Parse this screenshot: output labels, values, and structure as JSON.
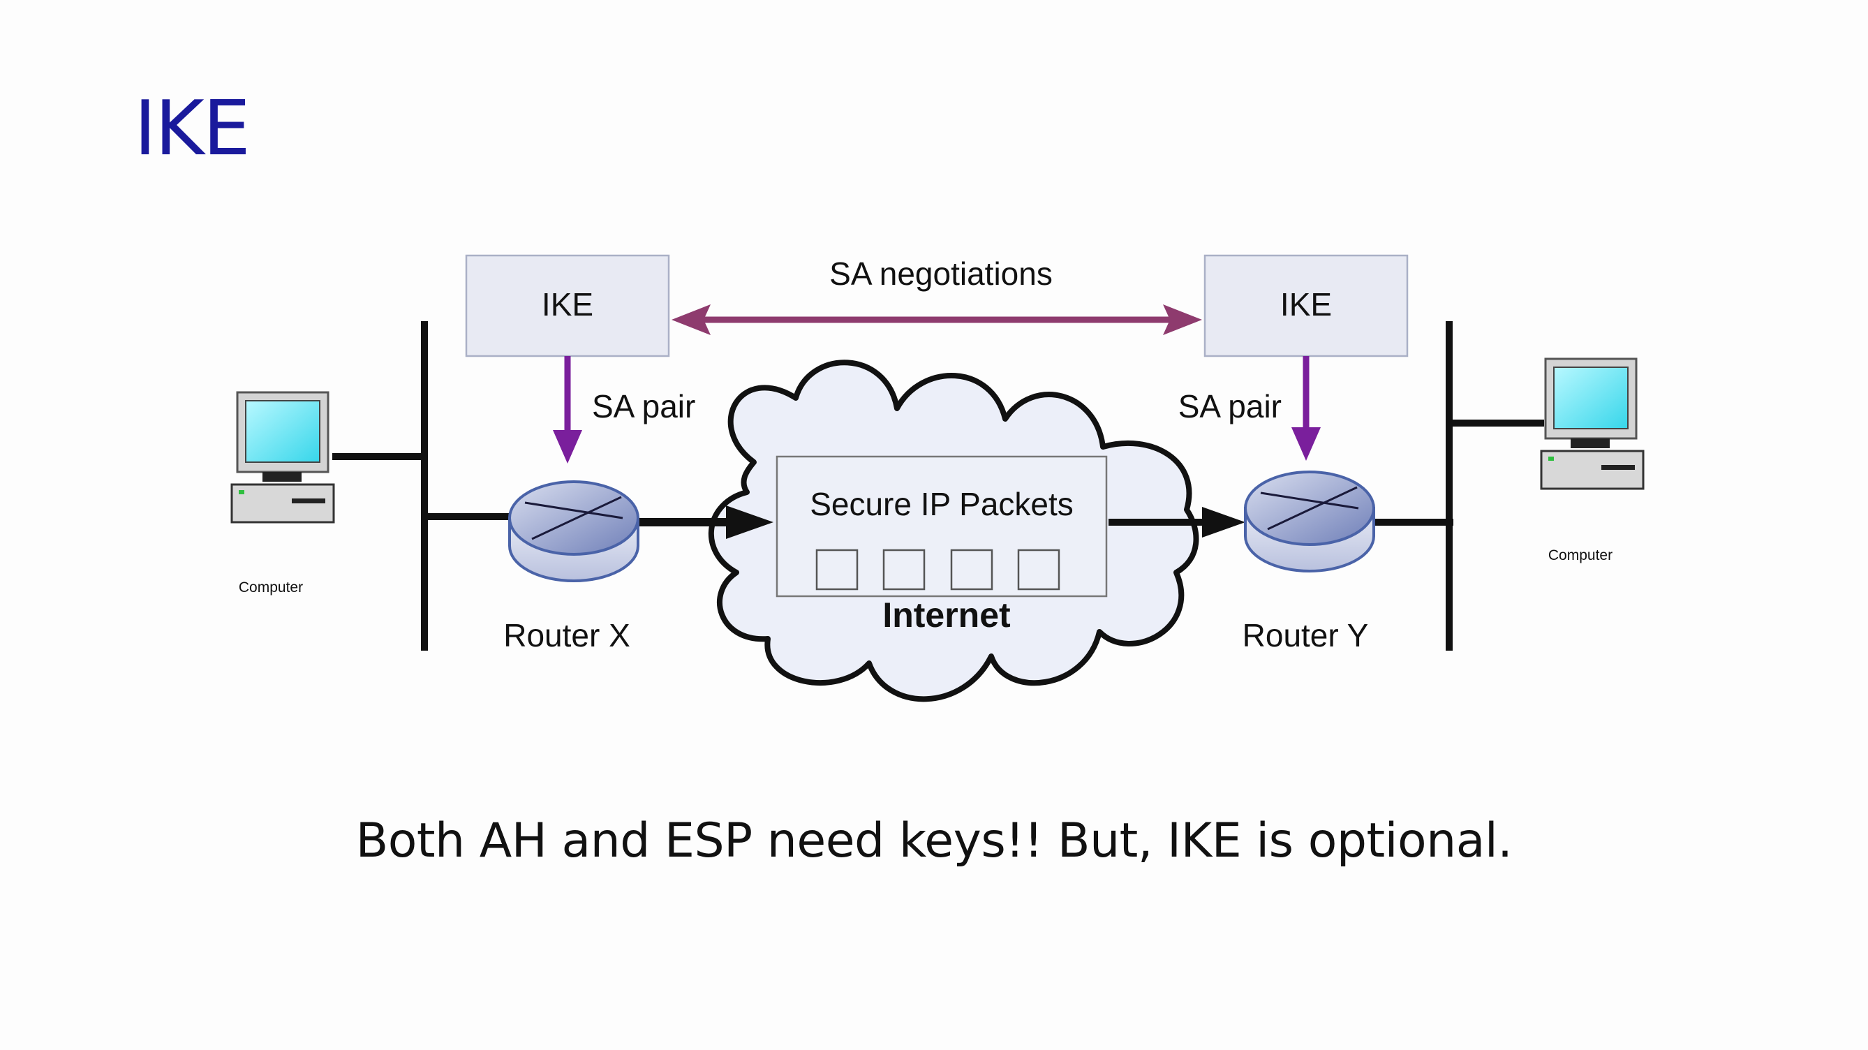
{
  "slide": {
    "title": "IKE",
    "caption": "Both AH and ESP need keys!! But, IKE is optional."
  },
  "diagram": {
    "ike_left": "IKE",
    "ike_right": "IKE",
    "negotiation_label": "SA negotiations",
    "sa_pair_left": "SA pair",
    "sa_pair_right": "SA pair",
    "router_left": "Router X",
    "router_right": "Router Y",
    "cloud_box_label": "Secure IP Packets",
    "cloud_label": "Internet",
    "computer_left": "Computer",
    "computer_right": "Computer"
  },
  "colors": {
    "title": "#1a1a9c",
    "negotiation_arrow": "#8e3b6e",
    "sa_arrow": "#7a1f9c",
    "ike_box": "#e8eaf3",
    "cloud_fill": "#eceff9",
    "monitor_screen": "#56e2f0"
  }
}
